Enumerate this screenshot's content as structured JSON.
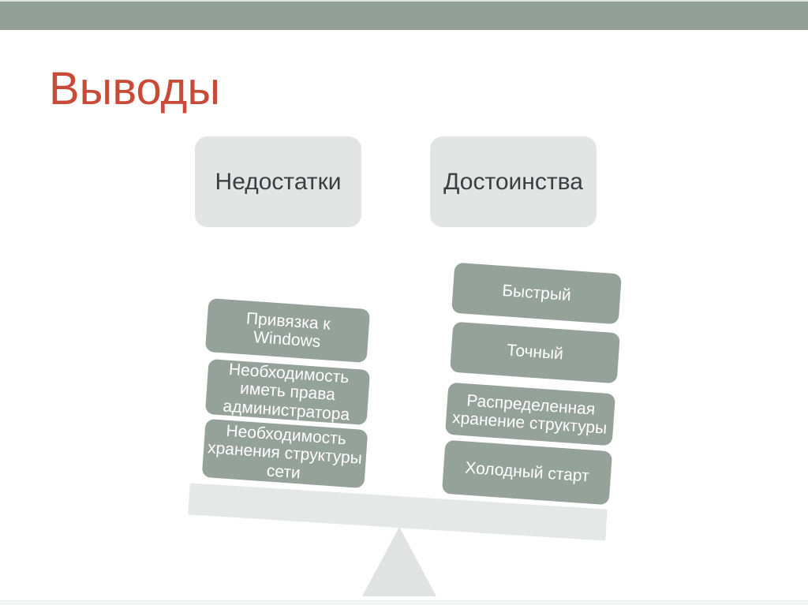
{
  "slide": {
    "title": "Выводы",
    "columns": {
      "left": {
        "header": "Недостатки",
        "items": [
          "Привязка к\nWindows",
          "Необходимость\nиметь права\nадминистратора",
          "Необходимость\nхранения структуры\nсети"
        ]
      },
      "right": {
        "header": "Достоинства",
        "items": [
          "Быстрый",
          "Точный",
          "Распределенная\nхранение структуры",
          "Холодный старт"
        ]
      }
    }
  },
  "theme": {
    "bar-green": "#93a097",
    "box-green": "#95a29a",
    "label-gray": "#e2e5e4",
    "beam-gray": "#e6e8e7",
    "fulcrum-gray": "#e0e3e2",
    "title-red": "#c84a37",
    "label-text": "#3c3f40",
    "footer-gray": "#f4f6f5"
  }
}
